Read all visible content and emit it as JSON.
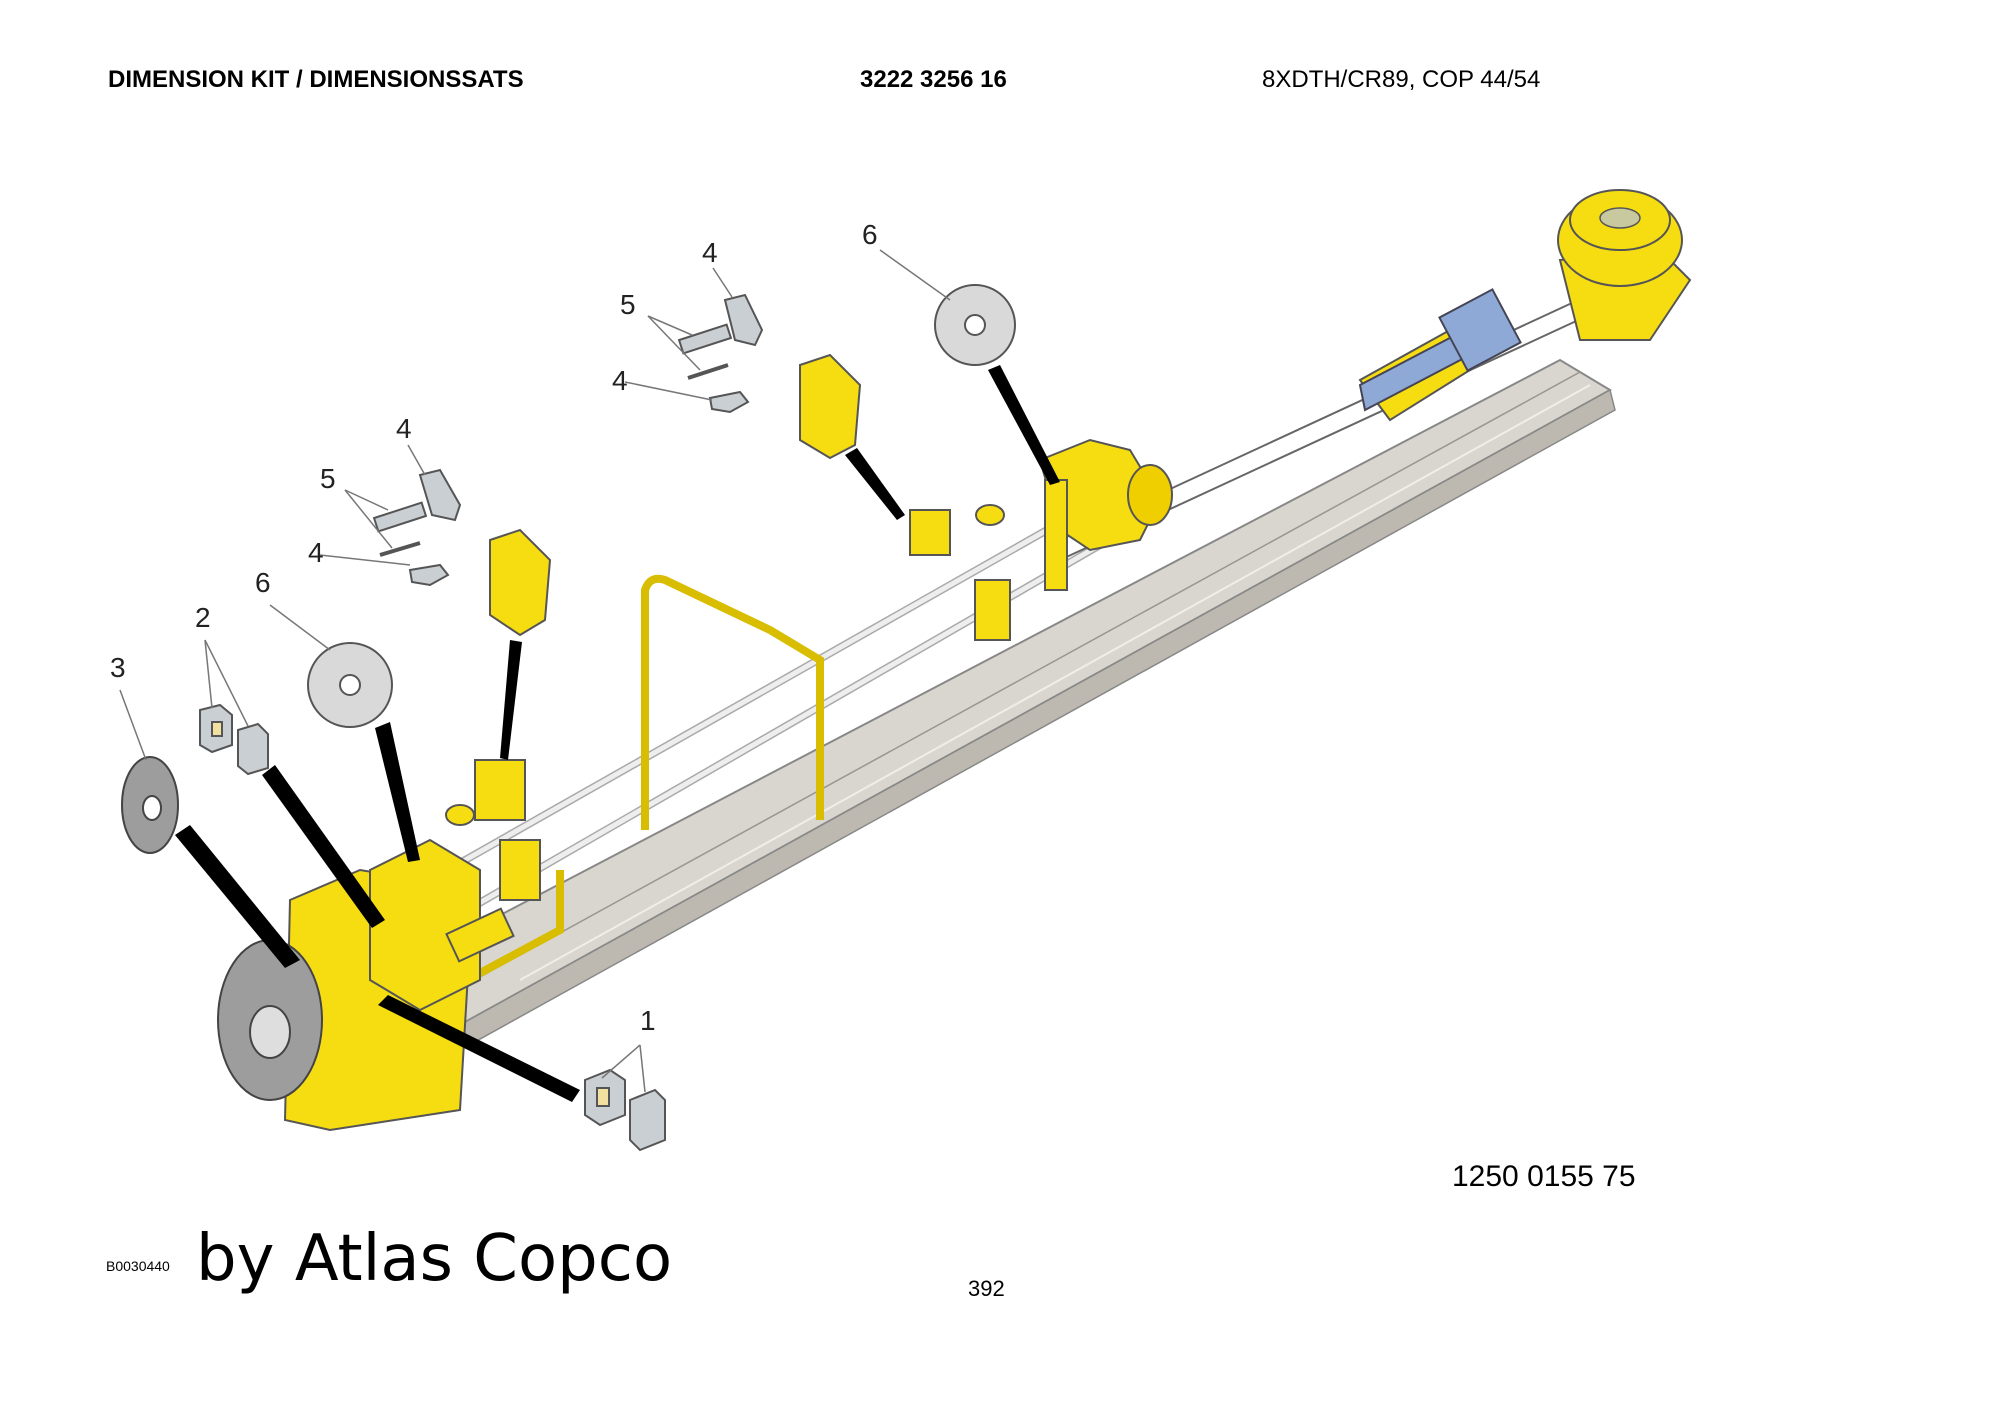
{
  "header": {
    "title": "DIMENSION KIT / DIMENSIONSSATS",
    "part_number": "3222 3256 16",
    "model": "8XDTH/CR89, COP 44/54"
  },
  "callouts": [
    "1",
    "2",
    "3",
    "4",
    "5",
    "4",
    "4",
    "5",
    "4",
    "6",
    "6"
  ],
  "footer": {
    "reference_number": "1250 0155 75",
    "drawing_id": "B0030440",
    "brand": "by Atlas Copco",
    "page_number": "392"
  },
  "colors": {
    "frame_yellow": "#f6dd12",
    "beam_grey": "#d9d6cf",
    "cylinder_blue": "#8fa9d6",
    "part_grey": "#c9cfd3"
  }
}
